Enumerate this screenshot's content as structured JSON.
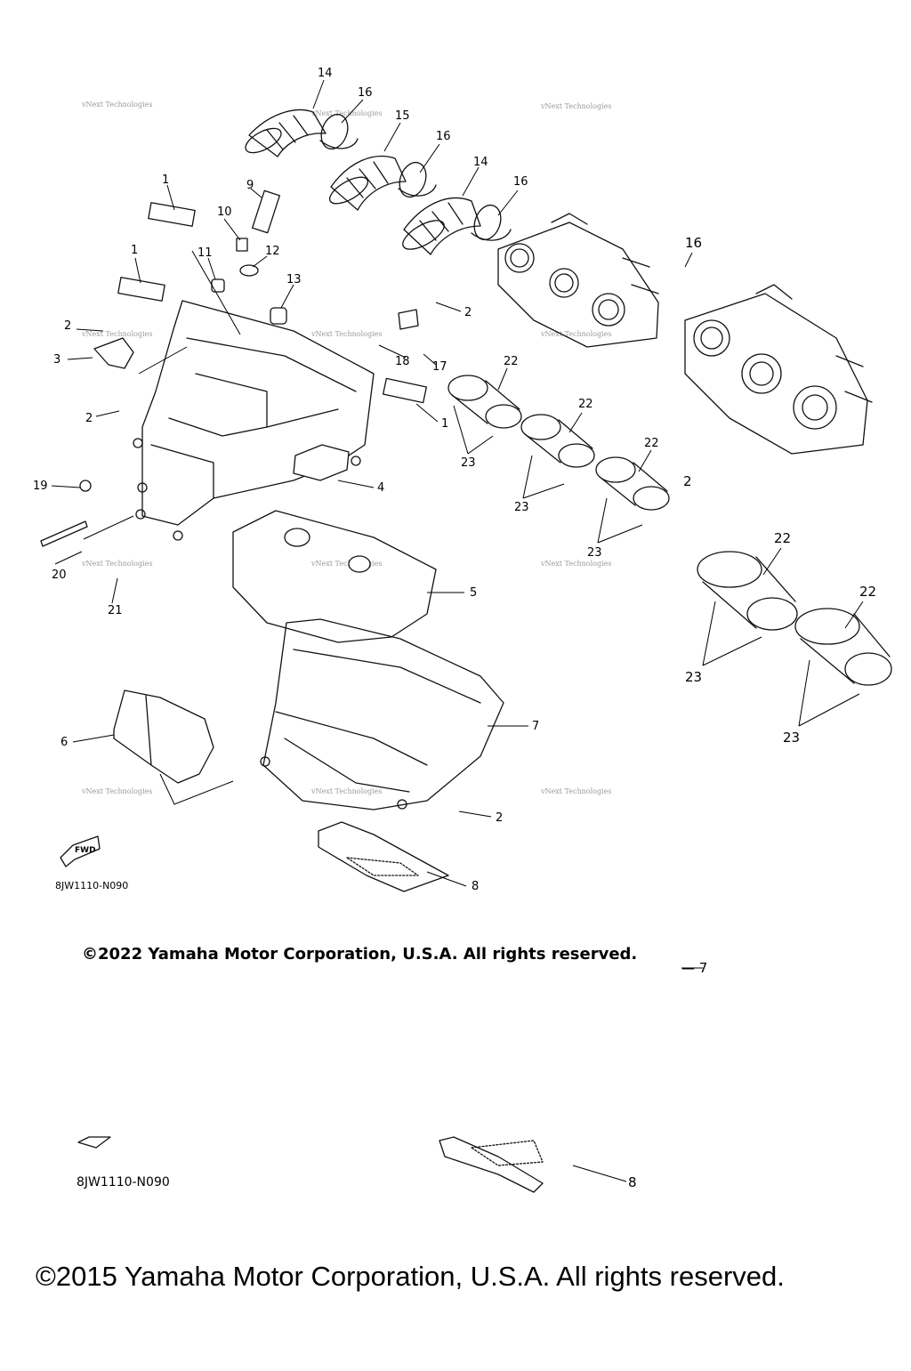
{
  "diagram": {
    "callouts": [
      {
        "id": "c14a",
        "text": "14"
      },
      {
        "id": "c16a",
        "text": "16"
      },
      {
        "id": "c15",
        "text": "15"
      },
      {
        "id": "c16b",
        "text": "16"
      },
      {
        "id": "c14b",
        "text": "14"
      },
      {
        "id": "c16c",
        "text": "16"
      },
      {
        "id": "c1a",
        "text": "1"
      },
      {
        "id": "c9",
        "text": "9"
      },
      {
        "id": "c10",
        "text": "10"
      },
      {
        "id": "c1b",
        "text": "1"
      },
      {
        "id": "c11",
        "text": "11"
      },
      {
        "id": "c12",
        "text": "12"
      },
      {
        "id": "c13",
        "text": "13"
      },
      {
        "id": "c2a",
        "text": "2"
      },
      {
        "id": "c3",
        "text": "3"
      },
      {
        "id": "c2b",
        "text": "2"
      },
      {
        "id": "c2c",
        "text": "2"
      },
      {
        "id": "c18",
        "text": "18"
      },
      {
        "id": "c17",
        "text": "17"
      },
      {
        "id": "c1c",
        "text": "1"
      },
      {
        "id": "c22a",
        "text": "22"
      },
      {
        "id": "c22b",
        "text": "22"
      },
      {
        "id": "c22c",
        "text": "22"
      },
      {
        "id": "c23a",
        "text": "23"
      },
      {
        "id": "c23b",
        "text": "23"
      },
      {
        "id": "c23c",
        "text": "23"
      },
      {
        "id": "c4",
        "text": "4"
      },
      {
        "id": "c19",
        "text": "19"
      },
      {
        "id": "c20",
        "text": "20"
      },
      {
        "id": "c21",
        "text": "21"
      },
      {
        "id": "c5",
        "text": "5"
      },
      {
        "id": "c6",
        "text": "6"
      },
      {
        "id": "c7",
        "text": "7"
      },
      {
        "id": "c2d",
        "text": "2"
      },
      {
        "id": "c8",
        "text": "8"
      }
    ],
    "overlay_callouts": [
      {
        "id": "o16",
        "text": "16"
      },
      {
        "id": "o2",
        "text": "2"
      },
      {
        "id": "o22a",
        "text": "22"
      },
      {
        "id": "o22b",
        "text": "22"
      },
      {
        "id": "o23a",
        "text": "23"
      },
      {
        "id": "o23b",
        "text": "23"
      },
      {
        "id": "o7",
        "text": "— 7"
      },
      {
        "id": "o8",
        "text": "8"
      }
    ],
    "fwd_label": "FWD",
    "drawing_code": "8JW1110-N090",
    "drawing_code_2": "8JW1110-N090",
    "copyright_2022": "©2022 Yamaha Motor Corporation, U.S.A. All rights reserved.",
    "copyright_2015": "©2015 Yamaha Motor Corporation, U.S.A. All rights reserved.",
    "watermark": "vNext Technologies"
  }
}
